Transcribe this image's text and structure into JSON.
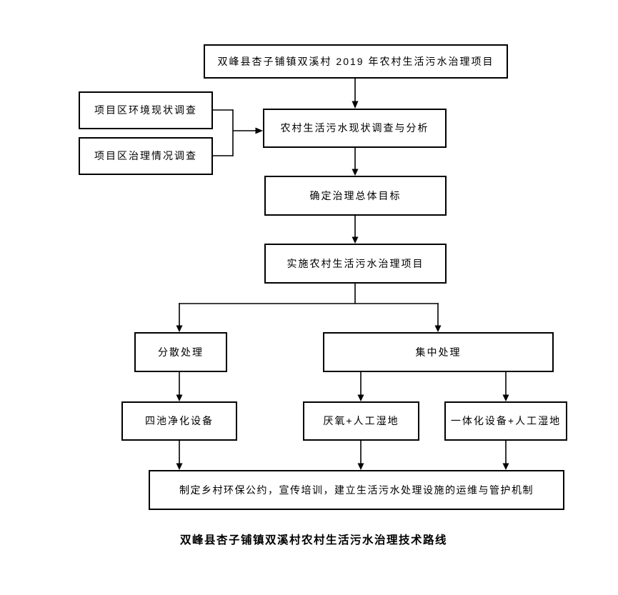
{
  "meta": {
    "background_color": "#ffffff",
    "box_border_color": "#000000",
    "box_fill_color": "#ffffff",
    "line_color": "#000000",
    "text_color": "#000000"
  },
  "caption": "双峰县杏子铺镇双溪村农村生活污水治理技术路线",
  "nodes": [
    {
      "id": "project-title",
      "label": "双峰县杏子铺镇双溪村 2019 年农村生活污水治理项目"
    },
    {
      "id": "env-survey",
      "label": "项目区环境现状调查"
    },
    {
      "id": "treatment-survey",
      "label": "项目区治理情况调查"
    },
    {
      "id": "status-analysis",
      "label": "农村生活污水现状调查与分析"
    },
    {
      "id": "overall-goal",
      "label": "确定治理总体目标"
    },
    {
      "id": "implement-project",
      "label": "实施农村生活污水治理项目"
    },
    {
      "id": "dispersed",
      "label": "分散处理"
    },
    {
      "id": "centralized",
      "label": "集中处理"
    },
    {
      "id": "four-pond",
      "label": "四池净化设备"
    },
    {
      "id": "anaerobic-wetland",
      "label": "厌氧+人工湿地"
    },
    {
      "id": "integrated-wetland",
      "label": "一体化设备+人工湿地"
    },
    {
      "id": "management",
      "label": "制定乡村环保公约，宣传培训，建立生活污水处理设施的运维与管护机制"
    }
  ],
  "edges": [
    {
      "from": "project-title",
      "to": "status-analysis"
    },
    {
      "from": "env-survey",
      "to": "status-analysis"
    },
    {
      "from": "treatment-survey",
      "to": "status-analysis"
    },
    {
      "from": "status-analysis",
      "to": "overall-goal"
    },
    {
      "from": "overall-goal",
      "to": "implement-project"
    },
    {
      "from": "implement-project",
      "to": "dispersed"
    },
    {
      "from": "implement-project",
      "to": "centralized"
    },
    {
      "from": "dispersed",
      "to": "four-pond"
    },
    {
      "from": "centralized",
      "to": "anaerobic-wetland"
    },
    {
      "from": "centralized",
      "to": "integrated-wetland"
    },
    {
      "from": "four-pond",
      "to": "management"
    },
    {
      "from": "anaerobic-wetland",
      "to": "management"
    },
    {
      "from": "integrated-wetland",
      "to": "management"
    }
  ]
}
